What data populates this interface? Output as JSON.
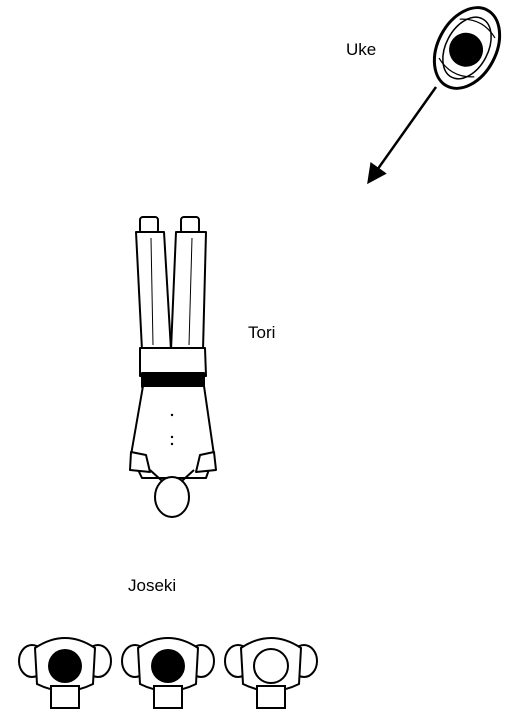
{
  "labels": {
    "uke": "Uke",
    "tori": "Tori",
    "joseki": "Joseki"
  },
  "colors": {
    "ink": "#000000",
    "paper": "#ffffff"
  },
  "icons": {
    "uke_figure": "person-top-view-icon",
    "tori_figure": "lying-person-top-view-icon",
    "joseki_figures": [
      "seated-person-top-view-icon",
      "seated-person-top-view-icon",
      "seated-person-top-view-icon"
    ],
    "movement": "arrow-icon"
  }
}
